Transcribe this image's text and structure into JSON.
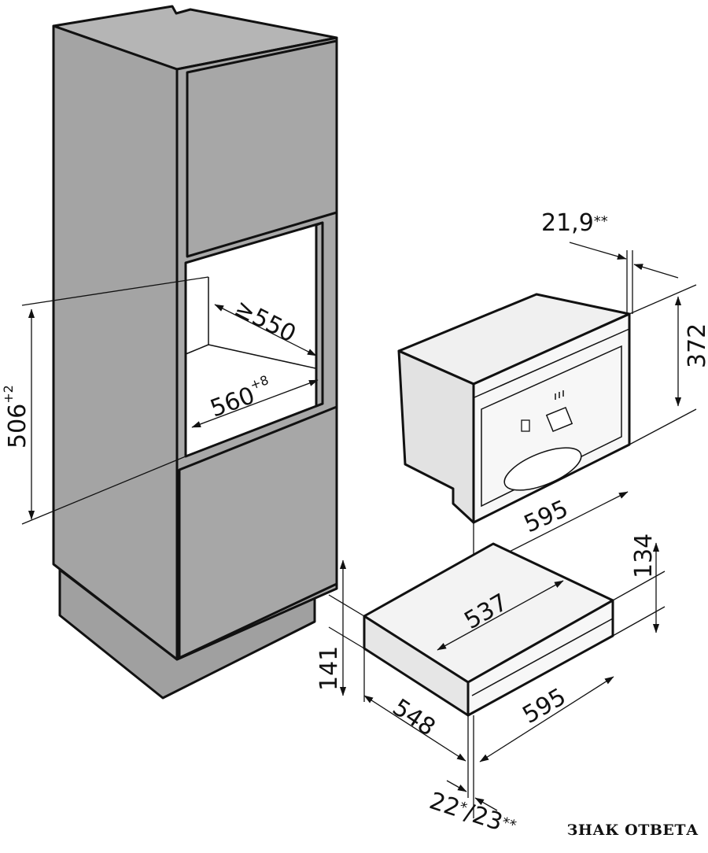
{
  "labels": {
    "depth_min": "≥550",
    "niche_width": "560",
    "niche_width_tol": "+8",
    "niche_height": "506",
    "niche_height_tol": "+2",
    "front_offset": "21,9",
    "front_offset_mark": "**",
    "machine_height": "372",
    "machine_width": "595",
    "drawer_depth_inner": "537",
    "drawer_front_height": "134",
    "drawer_height": "141",
    "drawer_depth": "548",
    "drawer_width": "595",
    "drawer_offset_a": "22",
    "drawer_offset_a_mark": "*",
    "drawer_offset_b": "/23",
    "drawer_offset_b_mark": "**"
  },
  "watermark": "ЗНАК ОТВЕТА",
  "colors": {
    "cabinet_gray": "#a7a7a7",
    "cabinet_side": "#9c9c9c",
    "niche_inner": "#ffffff",
    "appliance_body": "#f0f0f0",
    "line": "#111111"
  }
}
